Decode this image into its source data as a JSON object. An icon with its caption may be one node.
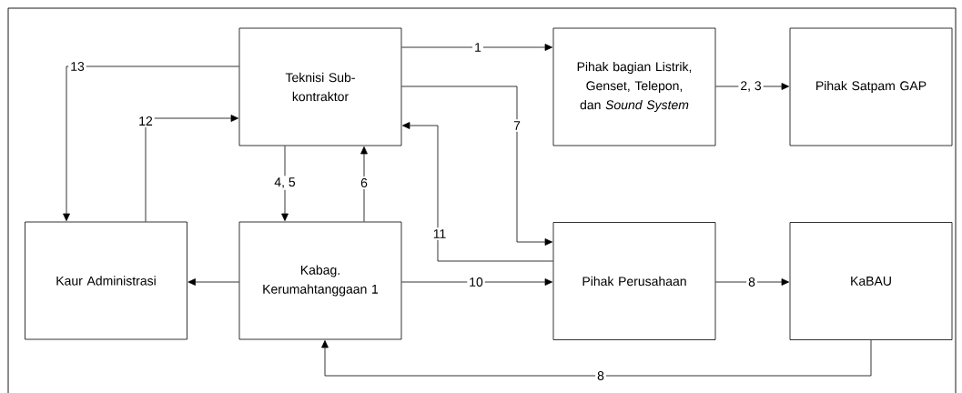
{
  "diagram": {
    "nodes": [
      {
        "text": [
          "Teknisi Sub-kontraktor"
        ]
      },
      {
        "text": [
          "Pihak bagian Listrik, Genset, Telepon, dan *Sound System*"
        ]
      },
      {
        "text": [
          "Pihak Satpam GAP"
        ]
      },
      {
        "text": [
          "Kaur Administrasi"
        ]
      },
      {
        "text": [
          "Kabag. Kerumahtanggaan 1"
        ]
      },
      {
        "text": [
          "Pihak Perusahaan"
        ]
      },
      {
        "text": [
          "KaBAU"
        ]
      }
    ],
    "edges": [
      {
        "from": 0,
        "to": 1,
        "arrow": "to",
        "label": "1"
      },
      {
        "from": 1,
        "to": 2,
        "arrow": "to",
        "label": "2, 3"
      },
      {
        "from": 0,
        "to": 3,
        "arrow": "to",
        "label": "13"
      },
      {
        "from": 3,
        "to": 0,
        "arrow": "to",
        "label": "12"
      },
      {
        "from": 0,
        "to": 4,
        "arrow": "to",
        "label": "4, 5"
      },
      {
        "from": 4,
        "to": 0,
        "arrow": "to",
        "label": "6"
      },
      {
        "from": 0,
        "to": 5,
        "arrow": "to",
        "label": "7"
      },
      {
        "from": 5,
        "to": 0,
        "arrow": "to",
        "label": "11"
      },
      {
        "from": 4,
        "to": 5,
        "arrow": "to",
        "label": "10"
      },
      {
        "from": 4,
        "to": 3,
        "arrow": "to"
      },
      {
        "from": 5,
        "to": 6,
        "arrow": "to",
        "label": "8"
      },
      {
        "from": 6,
        "to": 4,
        "arrow": "to",
        "label": "8"
      }
    ]
  }
}
